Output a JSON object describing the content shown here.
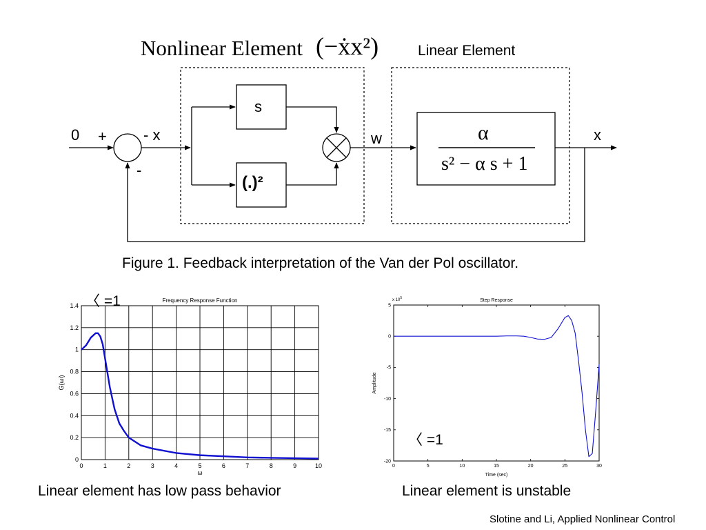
{
  "diagram": {
    "nonlinear_title": "Nonlinear Element",
    "nonlinear_expr": "(−ẋx²)",
    "linear_title": "Linear Element",
    "block_s": "s",
    "block_square": "(.)²",
    "signal_zero": "0",
    "sign_plus": "+",
    "signal_minus_x": "- x",
    "sign_minus": "-",
    "signal_w": "w",
    "signal_x": "x",
    "tf_numerator": "α",
    "tf_denominator": "s² − α s + 1"
  },
  "caption": "Figure 1. Feedback interpretation of the Van der Pol oscillator.",
  "left_alpha_label": "〈 =1",
  "right_alpha_label": "〈 =1",
  "left_caption": "Linear element has low pass behavior",
  "right_caption": "Linear element is unstable",
  "credit": "Slotine and Li, Applied Nonlinear Control",
  "chart_data": [
    {
      "type": "line",
      "title": "Frequency Response Function",
      "xlabel": "ω",
      "ylabel": "G(ωi)",
      "xlim": [
        0,
        10
      ],
      "ylim": [
        0,
        1.4
      ],
      "xticks": [
        "0",
        "1",
        "2",
        "3",
        "4",
        "5",
        "6",
        "7",
        "8",
        "9",
        "10"
      ],
      "yticks": [
        "0",
        "0.2",
        "0.4",
        "0.6",
        "0.8",
        "1",
        "1.2",
        "1.4"
      ],
      "grid": true,
      "color": "#1010d0",
      "x": [
        0,
        0.2,
        0.4,
        0.6,
        0.7,
        0.8,
        0.9,
        1.0,
        1.2,
        1.4,
        1.6,
        1.8,
        2.0,
        2.5,
        3.0,
        4.0,
        5.0,
        6.0,
        7.0,
        8.0,
        9.0,
        10.0
      ],
      "y": [
        1.0,
        1.04,
        1.11,
        1.15,
        1.15,
        1.12,
        1.05,
        0.92,
        0.66,
        0.46,
        0.33,
        0.26,
        0.2,
        0.13,
        0.1,
        0.06,
        0.04,
        0.03,
        0.02,
        0.016,
        0.013,
        0.01
      ]
    },
    {
      "type": "line",
      "title": "Step Response",
      "xlabel": "Time (sec)",
      "ylabel": "Amplitude",
      "scale_label": "x 10",
      "scale_exponent": "5",
      "xlim": [
        0,
        30
      ],
      "ylim": [
        -20,
        5
      ],
      "xticks": [
        "0",
        "5",
        "10",
        "15",
        "20",
        "25",
        "30"
      ],
      "yticks": [
        "-20",
        "-15",
        "-10",
        "-5",
        "0",
        "5"
      ],
      "grid": false,
      "color": "#1010d0",
      "x": [
        0,
        5,
        10,
        15,
        16.5,
        18,
        19,
        20,
        21,
        22,
        23,
        24,
        25,
        25.5,
        26,
        26.5,
        27,
        27.5,
        28,
        28.5,
        29,
        29.5,
        30
      ],
      "y": [
        0,
        0,
        0,
        0,
        0.05,
        0.05,
        0,
        -0.2,
        -0.45,
        -0.5,
        -0.2,
        1.2,
        3.0,
        3.3,
        2.5,
        0.5,
        -4,
        -9,
        -15,
        -19.3,
        -18.8,
        -12,
        -4.5
      ]
    }
  ]
}
